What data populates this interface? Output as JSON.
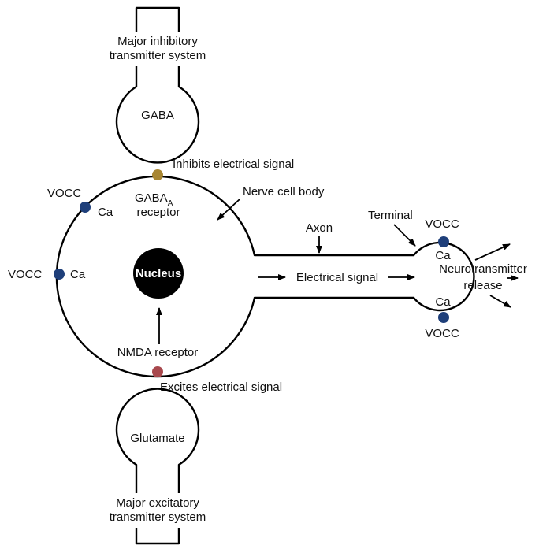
{
  "labels": {
    "inhibitory_system": [
      "Major inhibitory",
      "transmitter system"
    ],
    "gaba": "GABA",
    "inhibits_signal": "Inhibits electrical signal",
    "gaba_a_receptor": {
      "main": "GABA",
      "subscript": "A",
      "line2": "receptor"
    },
    "nerve_cell_body": "Nerve cell body",
    "vocc": "VOCC",
    "ca": "Ca",
    "nucleus": "Nucleus",
    "nmda_receptor": "NMDA receptor",
    "excites_signal": "Excites electrical signal",
    "axon": "Axon",
    "terminal": "Terminal",
    "electrical_signal": "Electrical signal",
    "neurotransmitter_release": [
      "Neurotransmitter",
      "release"
    ],
    "glutamate": "Glutamate",
    "excitatory_system": [
      "Major excitatory",
      "transmitter system"
    ]
  },
  "colors": {
    "vocc_channel": "#1f3f7a",
    "gaba_receptor": "#a88632",
    "nmda_receptor": "#a8484d",
    "nucleus": "#000000"
  }
}
